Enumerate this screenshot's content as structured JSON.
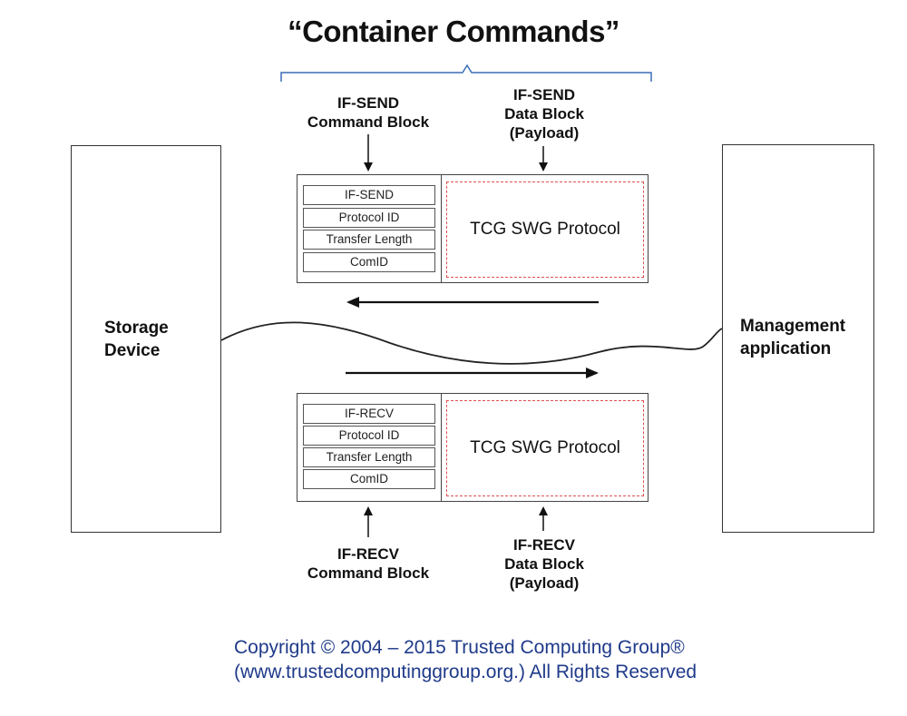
{
  "title": "“Container Commands”",
  "storage_device": {
    "line1": "Storage",
    "line2": "Device"
  },
  "management_app": {
    "line1": "Management",
    "line2": "application"
  },
  "send": {
    "command_block_label": {
      "line1": "IF-SEND",
      "line2": "Command Block"
    },
    "data_block_label": {
      "line1": "IF-SEND",
      "line2": "Data Block",
      "line3": "(Payload)"
    },
    "fields": [
      "IF-SEND",
      "Protocol ID",
      "Transfer Length",
      "ComID"
    ],
    "protocol": "TCG SWG Protocol"
  },
  "recv": {
    "command_block_label": {
      "line1": "IF-RECV",
      "line2": "Command Block"
    },
    "data_block_label": {
      "line1": "IF-RECV",
      "line2": "Data Block",
      "line3": "(Payload)"
    },
    "fields": [
      "IF-RECV",
      "Protocol ID",
      "Transfer Length",
      "ComID"
    ],
    "protocol": "TCG SWG Protocol"
  },
  "copyright": {
    "line1": "Copyright © 2004 – 2015 Trusted Computing Group®",
    "line2": "(www.trustedcomputinggroup.org.)  All Rights Reserved"
  },
  "colors": {
    "copyright_text": "#1f3a8a",
    "payload_border": "#e05050",
    "brace": "#3b6fb5"
  }
}
